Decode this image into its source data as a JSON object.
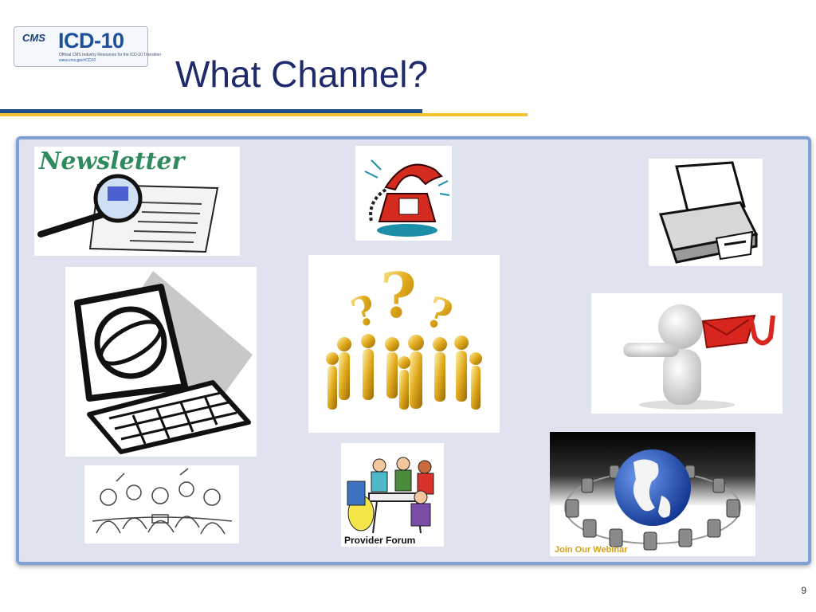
{
  "logo": {
    "brand": "CMS",
    "product": "ICD-10",
    "tagline": "Official CMS Industry Resources for the ICD-10 Transition",
    "url": "www.cms.gov/ICD10"
  },
  "slide": {
    "title": "What Channel?",
    "page_number": "9"
  },
  "tiles": {
    "newsletter": {
      "text": "Newsletter"
    },
    "forum": {
      "caption": "Provider Forum"
    },
    "webinar": {
      "caption": "Join Our Webinar"
    }
  },
  "colors": {
    "title": "#1f2a6b",
    "rule_blue": "#1f4e8c",
    "rule_gold": "#f2c12e",
    "panel_fill": "#dfe3ef",
    "panel_border": "#7f9fd6"
  }
}
